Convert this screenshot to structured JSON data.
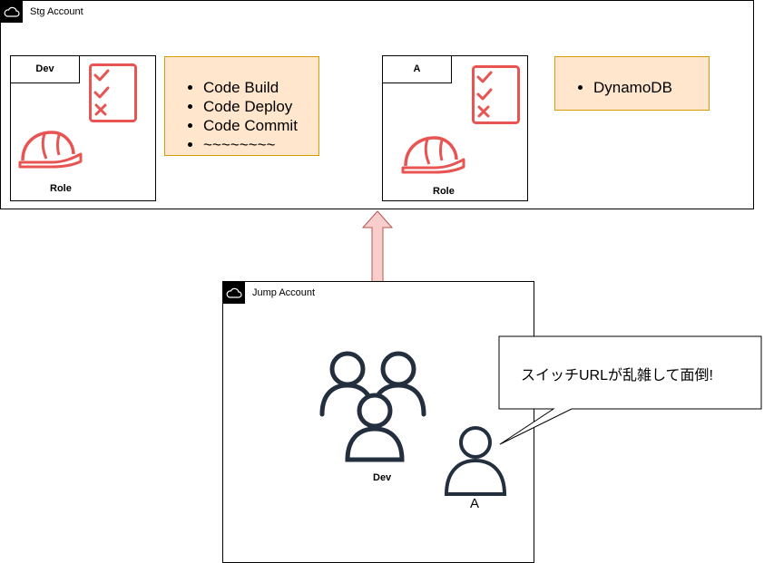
{
  "stg_account": {
    "label": "Stg Account",
    "boxes": [
      {
        "tab": "Dev",
        "role_label": "Role"
      },
      {
        "tab": "A",
        "role_label": "Role"
      }
    ],
    "services_dev": [
      "Code Build",
      "Code Deploy",
      "Code Commit",
      "~~~~~~~~"
    ],
    "services_a": [
      "DynamoDB"
    ]
  },
  "jump_account": {
    "label": "Jump Account",
    "group_label": "Dev",
    "user_label": "A"
  },
  "callout": {
    "text": "スイッチURLが乱雑して面倒!"
  },
  "colors": {
    "role_red": "#e85452",
    "user_dark": "#232f3e",
    "note_fill": "#ffe6cc",
    "note_border": "#d79b00",
    "arrow_fill": "#f8cecc",
    "arrow_stroke": "#b85450"
  }
}
